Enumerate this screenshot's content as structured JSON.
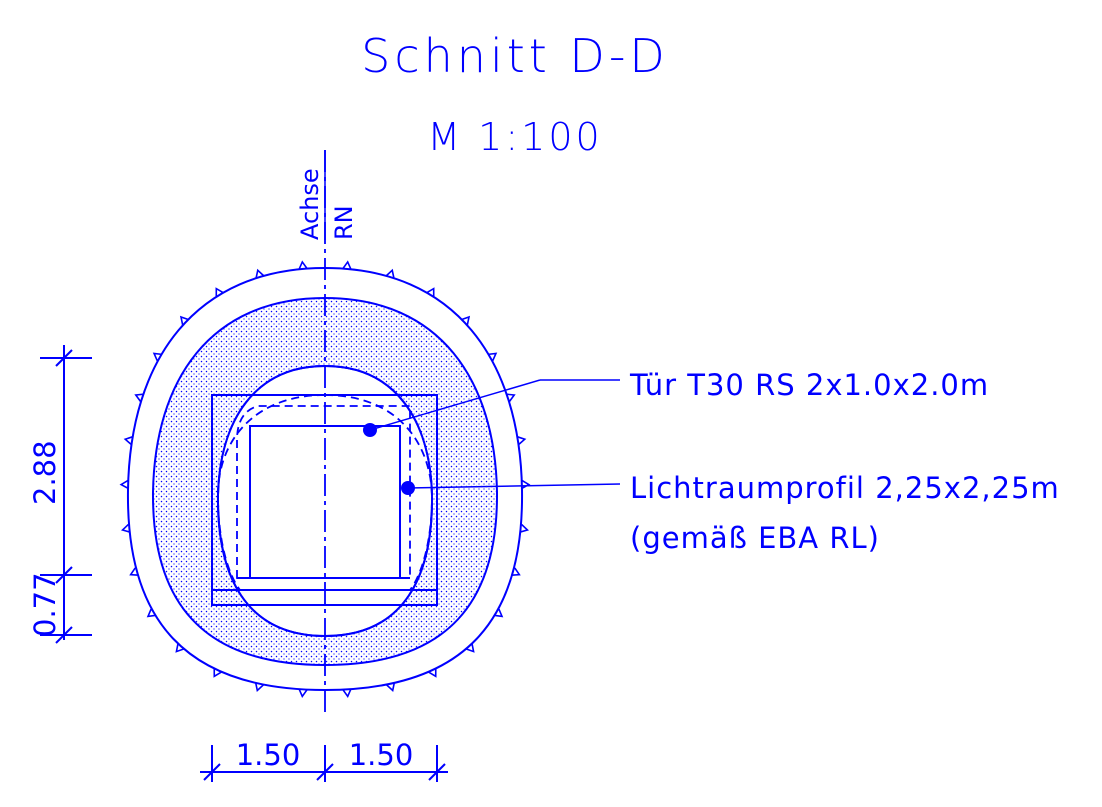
{
  "title": "Schnitt D-D",
  "scale": "M 1:100",
  "axis": {
    "label_top": "Achse",
    "label_bottom": "RN"
  },
  "callouts": {
    "door": "Tür T30 RS 2x1.0x2.0m",
    "clearance_line1": "Lichtraumprofil 2,25x2,25m",
    "clearance_line2": "(gemäß EBA RL)"
  },
  "dimensions": {
    "vertical_upper": "2.88",
    "vertical_lower": "0.77",
    "horizontal_left": "1.50",
    "horizontal_right": "1.50"
  },
  "colors": {
    "line": "#0000ff",
    "background": "#ffffff"
  }
}
